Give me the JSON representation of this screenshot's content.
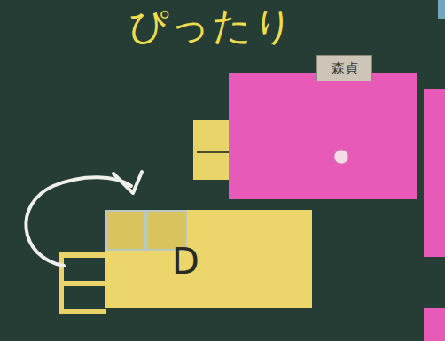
{
  "diagram": {
    "title": "ぴったり",
    "nodes": [
      {
        "text": [
          "森貞"
        ]
      },
      {
        "text": [
          "D"
        ]
      }
    ]
  }
}
